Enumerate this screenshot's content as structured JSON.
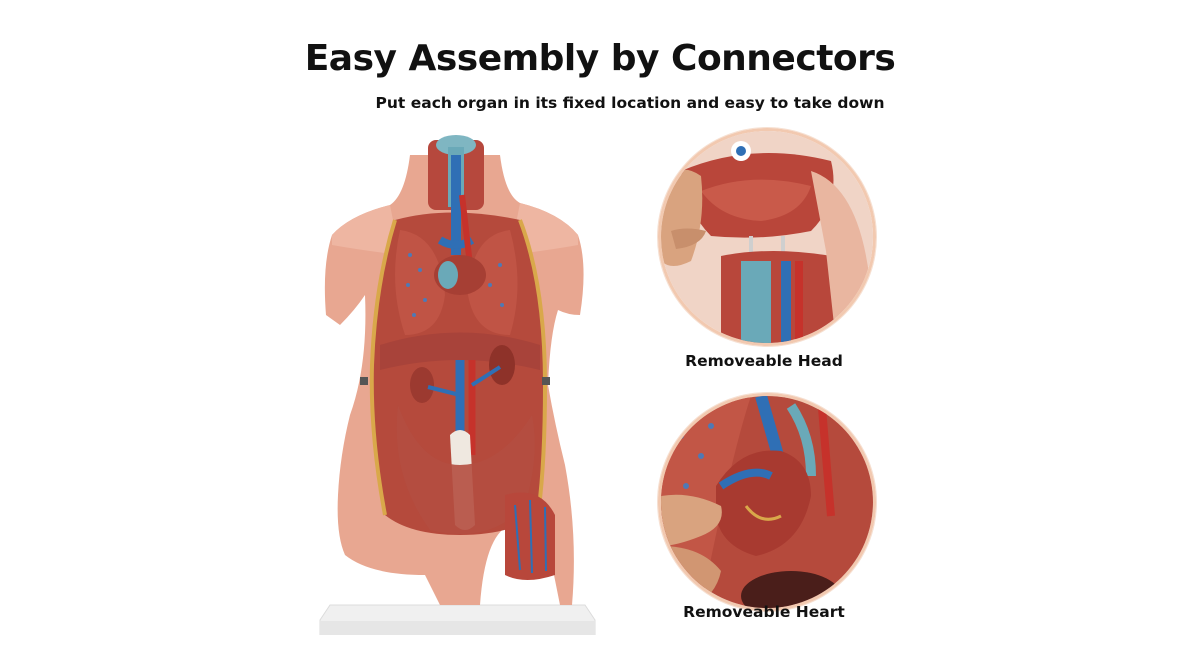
{
  "title": "Easy Assembly by Connectors",
  "subtitle": "Put each organ in its fixed location and easy to take down",
  "captions": {
    "head": "Removeable Head",
    "heart": "Removeable Heart"
  },
  "colors": {
    "skin": "#e9a68f",
    "muscle": "#b54a3c",
    "vein": "#2f6fb5",
    "artery": "#c6322b",
    "base": "#f2f2f2",
    "circle_border": "#f2c9b0"
  }
}
